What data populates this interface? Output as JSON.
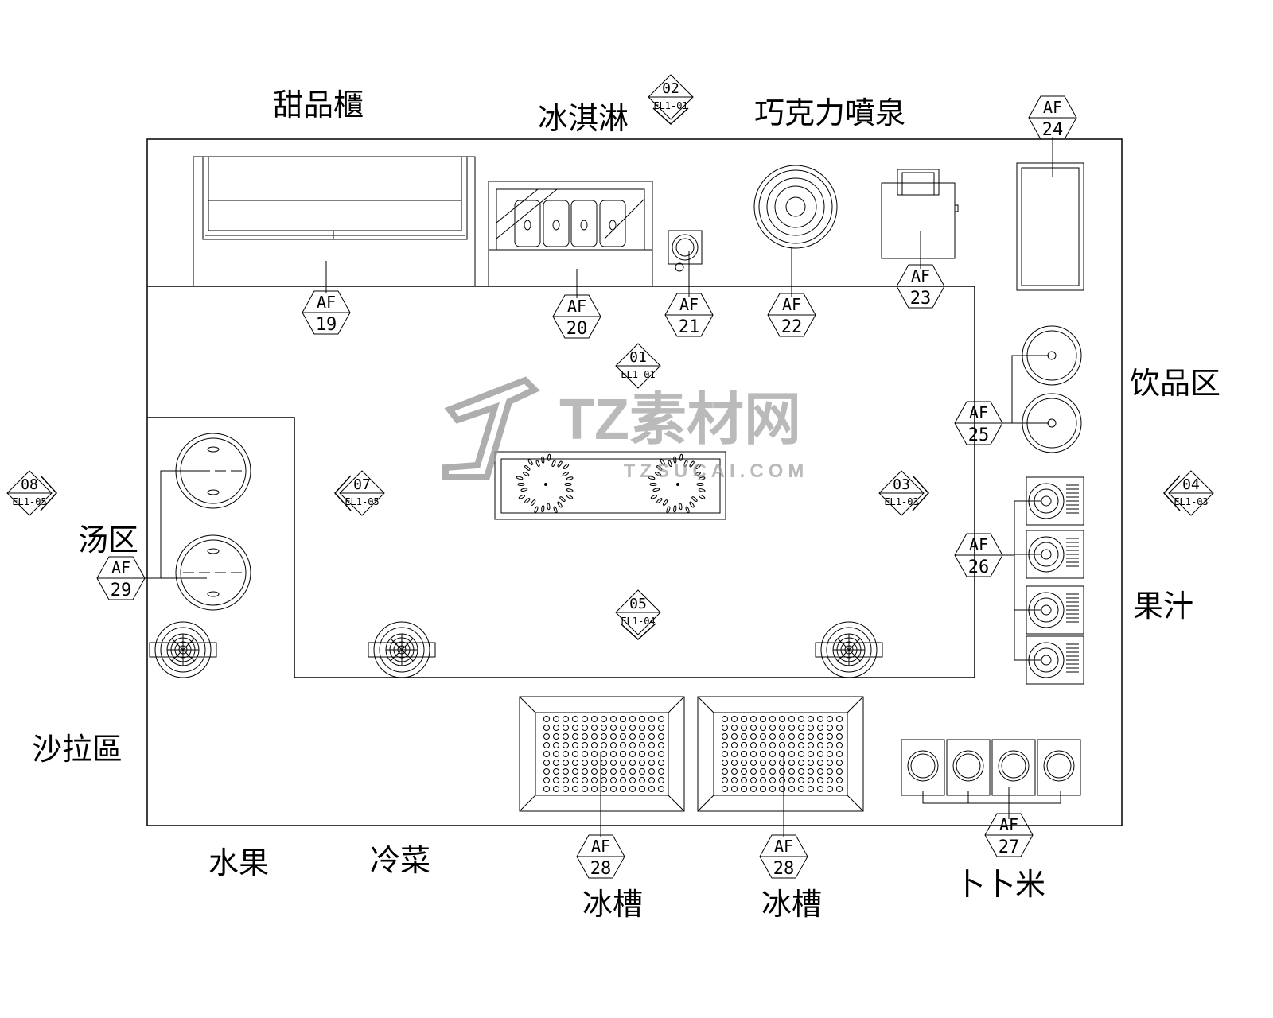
{
  "labels": {
    "dessert_cabinet": "甜品櫃",
    "ice_cream": "冰淇淋",
    "chocolate_fountain": "巧克力噴泉",
    "drinks_area": "饮品区",
    "juice": "果汁",
    "soup_area": "汤区",
    "salad_area": "沙拉區",
    "fruit": "水果",
    "cold_dishes": "冷菜",
    "ice_tank_1": "冰槽",
    "ice_tank_2": "冰槽",
    "popcorn": "卜卜米"
  },
  "af_markers": [
    {
      "top": "AF",
      "num": "19"
    },
    {
      "top": "AF",
      "num": "20"
    },
    {
      "top": "AF",
      "num": "21"
    },
    {
      "top": "AF",
      "num": "22"
    },
    {
      "top": "AF",
      "num": "23"
    },
    {
      "top": "AF",
      "num": "24"
    },
    {
      "top": "AF",
      "num": "25"
    },
    {
      "top": "AF",
      "num": "26"
    },
    {
      "top": "AF",
      "num": "27"
    },
    {
      "top": "AF",
      "num": "28"
    },
    {
      "top": "AF",
      "num": "28"
    },
    {
      "top": "AF",
      "num": "29"
    }
  ],
  "elevation_markers": [
    {
      "num": "02",
      "ref": "EL1-01"
    },
    {
      "num": "01",
      "ref": "EL1-01"
    },
    {
      "num": "05",
      "ref": "EL1-04"
    },
    {
      "num": "07",
      "ref": "EL1-05"
    },
    {
      "num": "03",
      "ref": "EL1-03"
    },
    {
      "num": "08",
      "ref": "EL1-05"
    },
    {
      "num": "04",
      "ref": "EL1-03"
    }
  ],
  "watermark": {
    "title": "TZ素材网",
    "url": "TZSUCAI.COM"
  }
}
